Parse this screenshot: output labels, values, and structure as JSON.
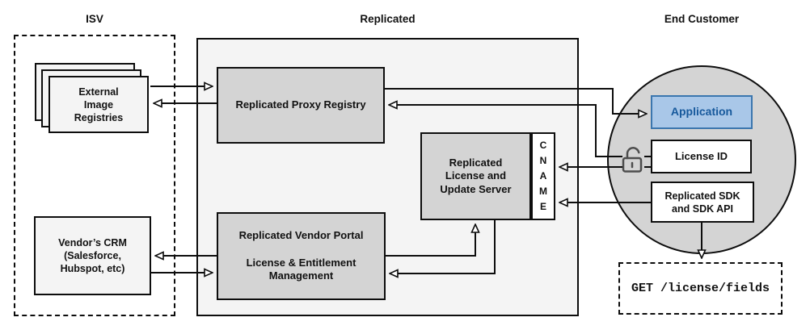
{
  "sections": {
    "isv": {
      "label": "ISV"
    },
    "replicated": {
      "label": "Replicated"
    },
    "end_customer": {
      "label": "End Customer"
    }
  },
  "nodes": {
    "external_registries": {
      "label": "External\nImage\nRegistries"
    },
    "vendor_crm": {
      "label": "Vendor’s CRM\n(Salesforce,\nHubspot, etc)"
    },
    "proxy_registry": {
      "label": "Replicated Proxy Registry"
    },
    "license_update_server": {
      "label": "Replicated\nLicense and\nUpdate Server"
    },
    "cname": {
      "label": "C\nN\nA\nM\nE"
    },
    "vendor_portal": {
      "label": "Replicated Vendor Portal\n\nLicense & Entitlement\nManagement"
    },
    "application": {
      "label": "Application"
    },
    "license_id": {
      "label": "License ID"
    },
    "replicated_sdk": {
      "label": "Replicated SDK\nand SDK API"
    },
    "get_license_fields": {
      "label": "GET /license/fields"
    }
  },
  "icons": {
    "unlock": "open-padlock"
  },
  "colors": {
    "container_fill": "#f4f4f4",
    "node_fill_gray": "#d4d4d4",
    "application_fill": "#a9c7e8",
    "application_border": "#3b76ae",
    "application_text": "#17599c",
    "line": "#0d0d0d"
  }
}
